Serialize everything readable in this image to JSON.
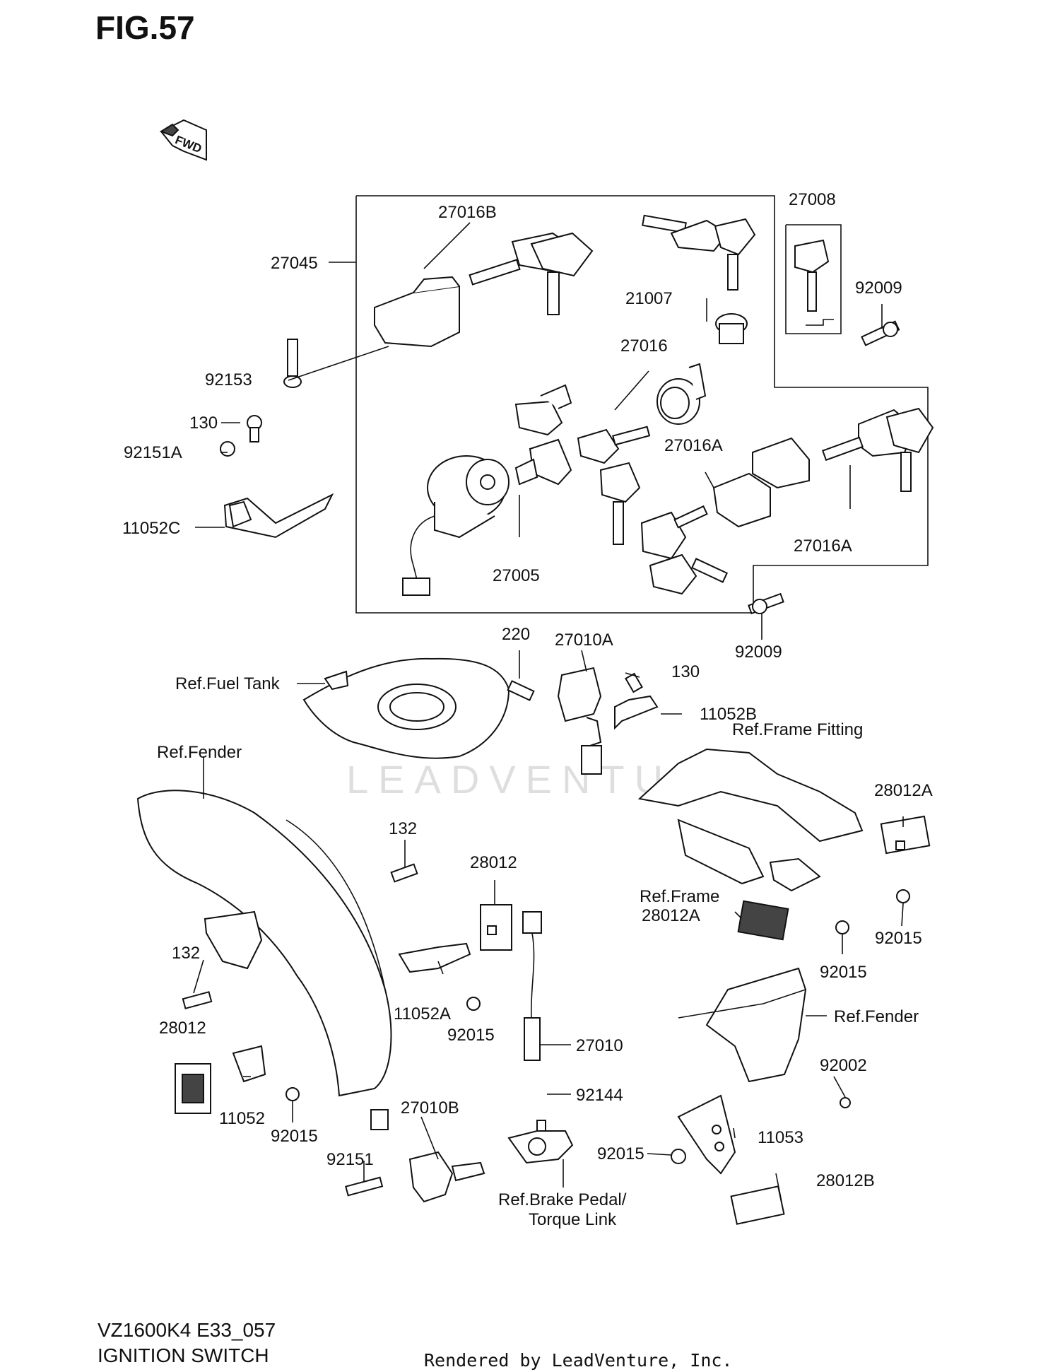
{
  "header": {
    "figure_title": "FIG.57"
  },
  "direction_marker": {
    "label": "FWD"
  },
  "watermark": {
    "text": "LEADVENTURE"
  },
  "footer": {
    "model_code": "VZ1600K4 E33_057",
    "section_name": "IGNITION SWITCH",
    "rendered_by": "Rendered by LeadVenture, Inc."
  },
  "callouts": [
    "27016B",
    "27045",
    "27008",
    "92009",
    "21007",
    "92153",
    "27016",
    "130",
    "92151A",
    "27016A",
    "11052C",
    "27016A",
    "27005",
    "92009",
    "220",
    "27010A",
    "130",
    "Ref.Fuel Tank",
    "11052B",
    "Ref.Frame Fitting",
    "Ref.Fender",
    "28012A",
    "132",
    "28012",
    "Ref.Frame",
    "28012A",
    "132",
    "11052A",
    "92015",
    "92015",
    "92015",
    "28012",
    "27010",
    "Ref.Fender",
    "92002",
    "11052",
    "92015",
    "27010B",
    "92144",
    "11053",
    "92151",
    "92015",
    "28012B",
    "Ref.Brake Pedal/",
    "Torque Link"
  ]
}
